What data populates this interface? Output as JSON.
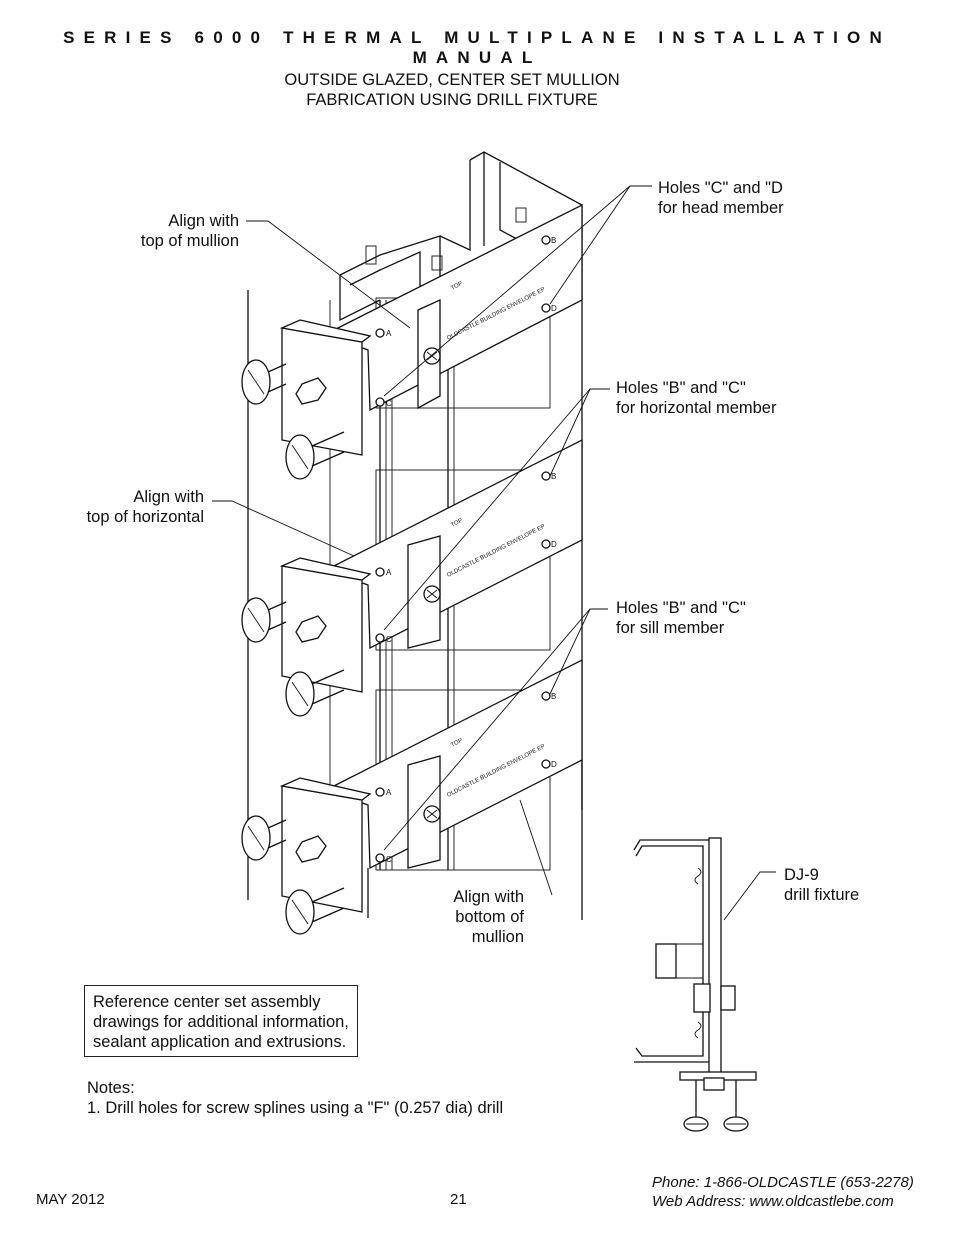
{
  "header": {
    "title": "SERIES 6000 THERMAL MULTIPLANE INSTALLATION MANUAL"
  },
  "subtitle": {
    "line1": "OUTSIDE GLAZED, CENTER SET MULLION",
    "line2": "FABRICATION USING DRILL FIXTURE"
  },
  "callouts": {
    "align_top_mullion": [
      "Align with",
      "top of mullion"
    ],
    "align_top_horizontal": [
      "Align with",
      "top of horizontal"
    ],
    "align_bottom_mullion": [
      "Align with",
      "bottom of",
      "mullion"
    ],
    "holes_head": [
      "Holes \"C\" and \"D",
      "for head member"
    ],
    "holes_horizontal": [
      "Holes \"B\" and \"C\"",
      "for horizontal member"
    ],
    "holes_sill": [
      "Holes \"B\" and \"C\"",
      "for sill member"
    ],
    "fixture": [
      "DJ-9",
      "drill fixture"
    ]
  },
  "fixture_plate": {
    "top_label": "TOP",
    "brand": "OLDCASTLE BUILDING ENVELOPE EP",
    "part": "DJ-9",
    "hole_labels": [
      "A",
      "B",
      "C",
      "D"
    ]
  },
  "reference_box": {
    "lines": [
      "Reference center set assembly",
      "drawings for additional information,",
      "sealant application and extrusions."
    ]
  },
  "notes": {
    "title": "Notes:",
    "item1": "1. Drill holes for screw splines using a \"F\" (0.257 dia) drill"
  },
  "footer": {
    "date": "MAY 2012",
    "page": "21",
    "phone": "Phone: 1-866-OLDCASTLE (653-2278)",
    "web": "Web Address: www.oldcastlebe.com"
  }
}
